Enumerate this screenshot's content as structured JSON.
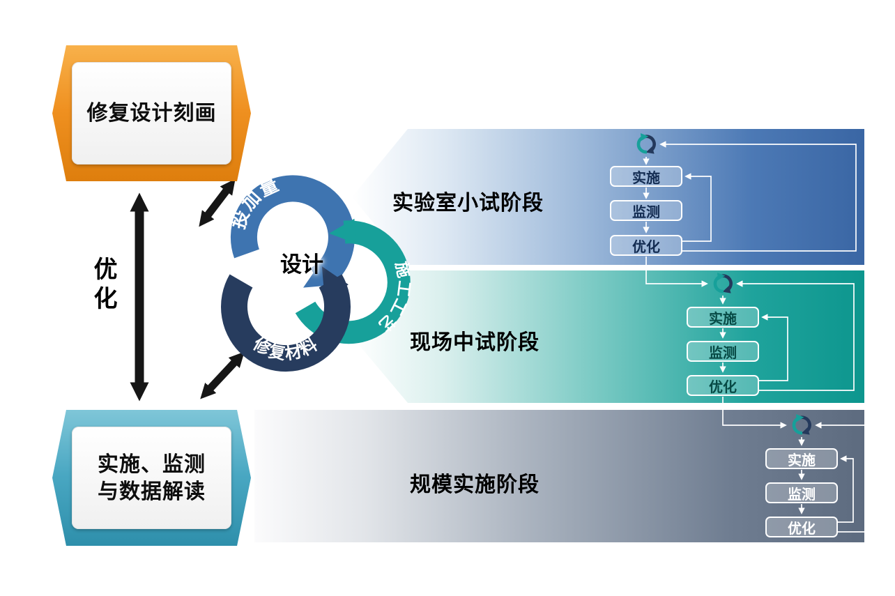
{
  "left_panel": {
    "top_banner_label": "修复设计刻画",
    "bottom_banner_line1": "实施、监测",
    "bottom_banner_line2": "与数据解读",
    "optimize_label": "优化"
  },
  "cycle": {
    "center_label": "设计",
    "arc_labels": {
      "dosage": "投加量",
      "process": "施工工艺",
      "material": "修复材料"
    }
  },
  "stages": [
    {
      "name": "实验室小试阶段",
      "band_color": "#3a66a4",
      "steps": [
        "实施",
        "监测",
        "优化"
      ]
    },
    {
      "name": "现场中试阶段",
      "band_color": "#0d968e",
      "steps": [
        "实施",
        "监测",
        "优化"
      ]
    },
    {
      "name": "规模实施阶段",
      "band_color": "#5d6b7f",
      "steps": [
        "实施",
        "监测",
        "优化"
      ]
    }
  ],
  "colors": {
    "dosage_arc": "#3e74b0",
    "process_arc": "#17a09a",
    "material_arc": "#273c5e",
    "top_banner": "#ef9020",
    "bottom_banner": "#49a7c2",
    "connector_lines": "#ffffff",
    "black_arrows": "#161616"
  }
}
